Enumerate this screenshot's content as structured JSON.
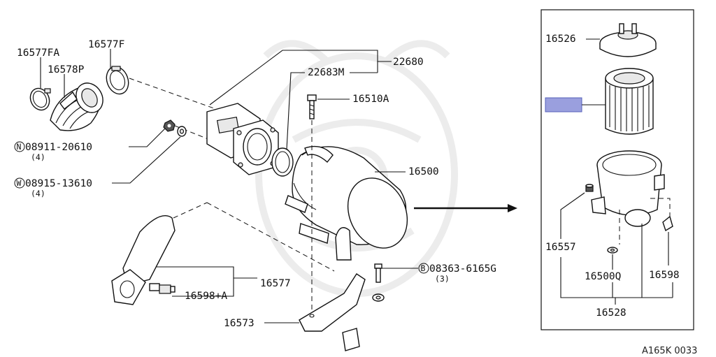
{
  "diagram_code": "A165K 0033",
  "labels": {
    "l16577FA": "16577FA",
    "l16578P": "16578P",
    "l16577F": "16577F",
    "l22680": "22680",
    "l22683M": "22683M",
    "l16510A": "16510A",
    "l16500": "16500",
    "prefix_n": "N",
    "l08911": "08911-20610",
    "q08911": "(4)",
    "prefix_w": "W",
    "l08915": "08915-13610",
    "q08915": "(4)",
    "prefix_b": "B",
    "l08363": "08363-6165G",
    "q08363": "(3)",
    "l16577": "16577",
    "l16598A": "16598+A",
    "l16573": "16573",
    "l16526": "16526",
    "l16557": "16557",
    "l16500Q": "16500Q",
    "l16598": "16598",
    "l16528": "16528"
  },
  "colors": {
    "highlight_fill": "#9a9fde",
    "line": "#111111",
    "background": "#ffffff"
  }
}
